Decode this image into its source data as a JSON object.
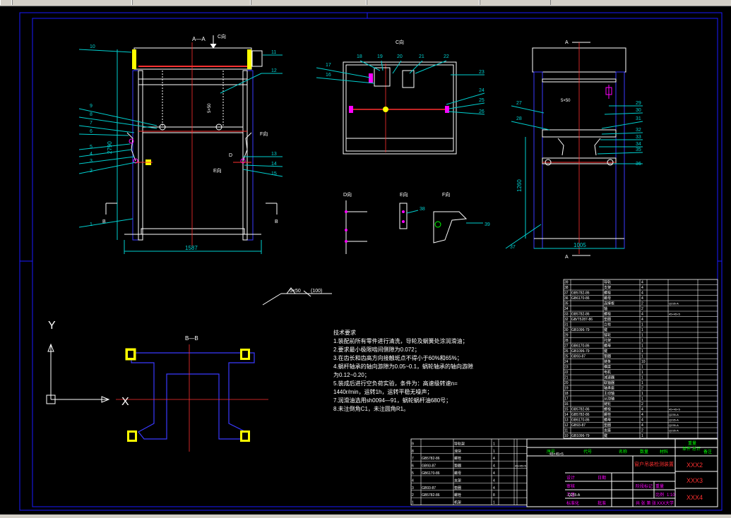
{
  "colors": {
    "background": "#000000",
    "frame": "#1a1aff",
    "structure": "#ffffff",
    "members": "#3a3aff",
    "centerline": "#ff2020",
    "dimension": "#00d0d0",
    "highlight": "#ffff00",
    "accent": "#ff00ff",
    "green": "#00ff00",
    "title_red": "#ff3030"
  },
  "views": {
    "section_aa": "A—A",
    "section_bb": "B—B",
    "view_c": "C向",
    "view_c_top": "C向",
    "view_d": "D向",
    "view_e": "E向",
    "view_f": "F向",
    "e_arrow": "E向",
    "f_arrow": "F向",
    "d_letter": "D",
    "a_letter_top": "A",
    "a_letter_bottom": "A",
    "b_letter_left": "B",
    "b_letter_right": "B"
  },
  "dimensions": {
    "width_front": "1587",
    "width_side": "1005",
    "height_side": "1260",
    "height_front": "2790",
    "weld_symbol": "5×50",
    "weld_extra": "(100)"
  },
  "balloons_left": [
    "10",
    "9",
    "8",
    "7",
    "6",
    "5",
    "4",
    "3",
    "2",
    "1"
  ],
  "balloons_right_front": [
    "11",
    "12",
    "13",
    "14",
    "15"
  ],
  "balloons_c_view": [
    "18",
    "19",
    "20",
    "21",
    "22",
    "17",
    "16",
    "23",
    "24",
    "25",
    "26"
  ],
  "balloons_side": [
    "27",
    "28",
    "29",
    "30",
    "31",
    "32",
    "33",
    "34",
    "35",
    "36",
    "37"
  ],
  "balloons_small_views": [
    "38",
    "39"
  ],
  "axes": {
    "x": "X",
    "y": "Y"
  },
  "tech_requirements": {
    "title": "技术要求",
    "lines": [
      "1.装配前所有零件进行清洗，导轮及蜗簧处涂润滑油；",
      "2.要求最小极限啮间侧隙为0.072；",
      "3.在齿长和齿高方向接触斑点不得小于60%和65%；",
      "4.蜗杆轴承的轴向游隙为0.05~0.1，蜗轮轴承的轴向游隙",
      "为0.12~0.20；",
      "5.装成后进行空负荷实验，条件为：高速级转速n=",
      "1440r/min，运转1h，运转平稳无噪声；",
      "7.润滑油选用sh0094—91，蜗轮蜗杆油680号；",
      "8.未注倒角C1，未注圆角R1。"
    ]
  },
  "bom_upper": [
    {
      "no": "39",
      "code": "",
      "name": "导轨",
      "qty": "4",
      "note": ""
    },
    {
      "no": "38",
      "code": "",
      "name": "支架",
      "qty": "4",
      "note": ""
    },
    {
      "no": "37",
      "code": "GB5782-86",
      "name": "螺栓",
      "qty": "4",
      "note": ""
    },
    {
      "no": "36",
      "code": "GB6170-86",
      "name": "螺母",
      "qty": "4",
      "note": ""
    },
    {
      "no": "35",
      "code": "",
      "name": "连接板",
      "qty": "2",
      "note": "Q235-A"
    },
    {
      "no": "34",
      "code": "",
      "name": "轴",
      "qty": "2",
      "note": ""
    },
    {
      "no": "33",
      "code": "GB5782-86",
      "name": "螺栓",
      "qty": "4",
      "note": "45×45×5"
    },
    {
      "no": "32",
      "code": "GB/T5287-86",
      "name": "垫圈",
      "qty": "4",
      "note": ""
    },
    {
      "no": "31",
      "code": "",
      "name": "立柱",
      "qty": "1",
      "note": ""
    },
    {
      "no": "30",
      "code": "GB1096-79",
      "name": "键",
      "qty": "1",
      "note": ""
    },
    {
      "no": "29",
      "code": "",
      "name": "链轮",
      "qty": "1",
      "note": ""
    },
    {
      "no": "28",
      "code": "",
      "name": "托架",
      "qty": "1",
      "note": ""
    },
    {
      "no": "27",
      "code": "GB6170-86",
      "name": "螺母",
      "qty": "1",
      "note": ""
    },
    {
      "no": "26",
      "code": "GB1096-79",
      "name": "键",
      "qty": "1",
      "note": ""
    },
    {
      "no": "25",
      "code": "GB93-87",
      "name": "垫圈",
      "qty": "1",
      "note": ""
    },
    {
      "no": "24",
      "code": "",
      "name": "链条",
      "qty": "10",
      "note": ""
    },
    {
      "no": "23",
      "code": "",
      "name": "横梁",
      "qty": "1",
      "note": ""
    },
    {
      "no": "22",
      "code": "",
      "name": "电机",
      "qty": "1",
      "note": ""
    },
    {
      "no": "21",
      "code": "",
      "name": "减速器",
      "qty": "1",
      "note": ""
    },
    {
      "no": "20",
      "code": "",
      "name": "联轴器",
      "qty": "1",
      "note": ""
    },
    {
      "no": "19",
      "code": "",
      "name": "轴承座",
      "qty": "2",
      "note": ""
    },
    {
      "no": "18",
      "code": "",
      "name": "主动轴",
      "qty": "1",
      "note": ""
    },
    {
      "no": "17",
      "code": "",
      "name": "从动轴",
      "qty": "1",
      "note": ""
    },
    {
      "no": "16",
      "code": "",
      "name": "链轮",
      "qty": "2",
      "note": ""
    },
    {
      "no": "15",
      "code": "GB5782-86",
      "name": "螺栓",
      "qty": "4",
      "note": "45×45×5"
    },
    {
      "no": "14",
      "code": "GB5782-86",
      "name": "螺栓",
      "qty": "4",
      "note": "Q235-A"
    },
    {
      "no": "13",
      "code": "GB6170-86",
      "name": "螺母",
      "qty": "4",
      "note": "Q235-A"
    },
    {
      "no": "12",
      "code": "GB93-87",
      "name": "垫圈",
      "qty": "4",
      "note": "Q235-A"
    },
    {
      "no": "11",
      "code": "",
      "name": "支座",
      "qty": "2",
      "note": "Q235-A"
    },
    {
      "no": "10",
      "code": "GB1096-79",
      "name": "键",
      "qty": "1",
      "note": ""
    }
  ],
  "bom_lower": [
    {
      "no": "9",
      "code": "",
      "name": "导轨架",
      "qty": "1",
      "note": ""
    },
    {
      "no": "8",
      "code": "",
      "name": "滑块",
      "qty": "1",
      "note": ""
    },
    {
      "no": "7",
      "code": "GB5782-86",
      "name": "螺栓",
      "qty": "4",
      "note": ""
    },
    {
      "no": "6",
      "code": "GB93-87",
      "name": "垫圈",
      "qty": "4",
      "note": "45×45×5"
    },
    {
      "no": "5",
      "code": "GB6170-86",
      "name": "螺母",
      "qty": "4",
      "note": ""
    },
    {
      "no": "4",
      "code": "",
      "name": "支架",
      "qty": "4",
      "note": ""
    },
    {
      "no": "3",
      "code": "GB93-87",
      "name": "垫圈",
      "qty": "4",
      "note": ""
    },
    {
      "no": "2",
      "code": "GB5782-86",
      "name": "螺栓",
      "qty": "8",
      "note": ""
    },
    {
      "no": "1",
      "code": "",
      "name": "机架",
      "qty": "1",
      "note": ""
    }
  ],
  "title_block": {
    "header": [
      "序号",
      "代号",
      "名称",
      "数量",
      "材料",
      "单件",
      "总计",
      "备注"
    ],
    "weight_label": "重量",
    "drawing_name": "窗户吊装检测装置",
    "scale_label": "比例",
    "sheet_label": "共 张 第 张",
    "school": "XXX大学",
    "designer_label": "设计",
    "checker_label": "审核",
    "date_label": "日期",
    "process_label": "工艺",
    "std_label": "标准化",
    "approve_label": "批准",
    "stage_label": "阶段标记",
    "weight2_label": "重量",
    "ratio_label": "1:10",
    "part_no": "XXX2",
    "part_no2": "XXX3",
    "part_no3": "XXX4",
    "col_material": "Q235-A",
    "col_size": "45×45×5"
  }
}
